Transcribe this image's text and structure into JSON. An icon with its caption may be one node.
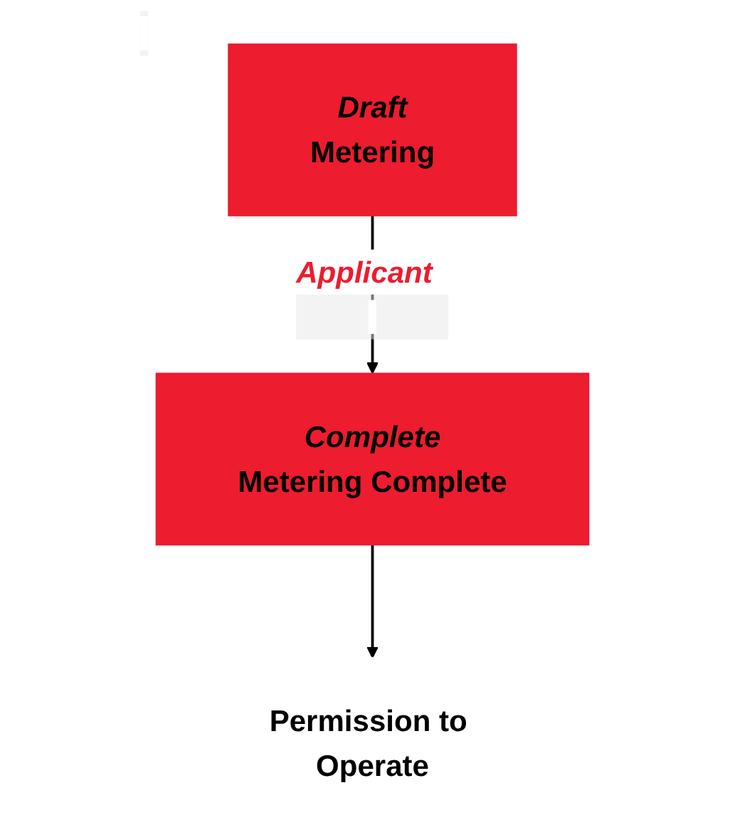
{
  "diagram": {
    "nodes": [
      {
        "text": [
          "Draft",
          "Metering"
        ]
      },
      {
        "text": [
          "Complete",
          "Metering Complete"
        ]
      },
      {
        "text": [
          "Permission to Operate"
        ]
      }
    ],
    "edges": [
      {
        "from": 0,
        "to": 1,
        "arrow": "to",
        "label": "Applicant"
      },
      {
        "from": 1,
        "to": 2,
        "arrow": "to"
      }
    ]
  }
}
